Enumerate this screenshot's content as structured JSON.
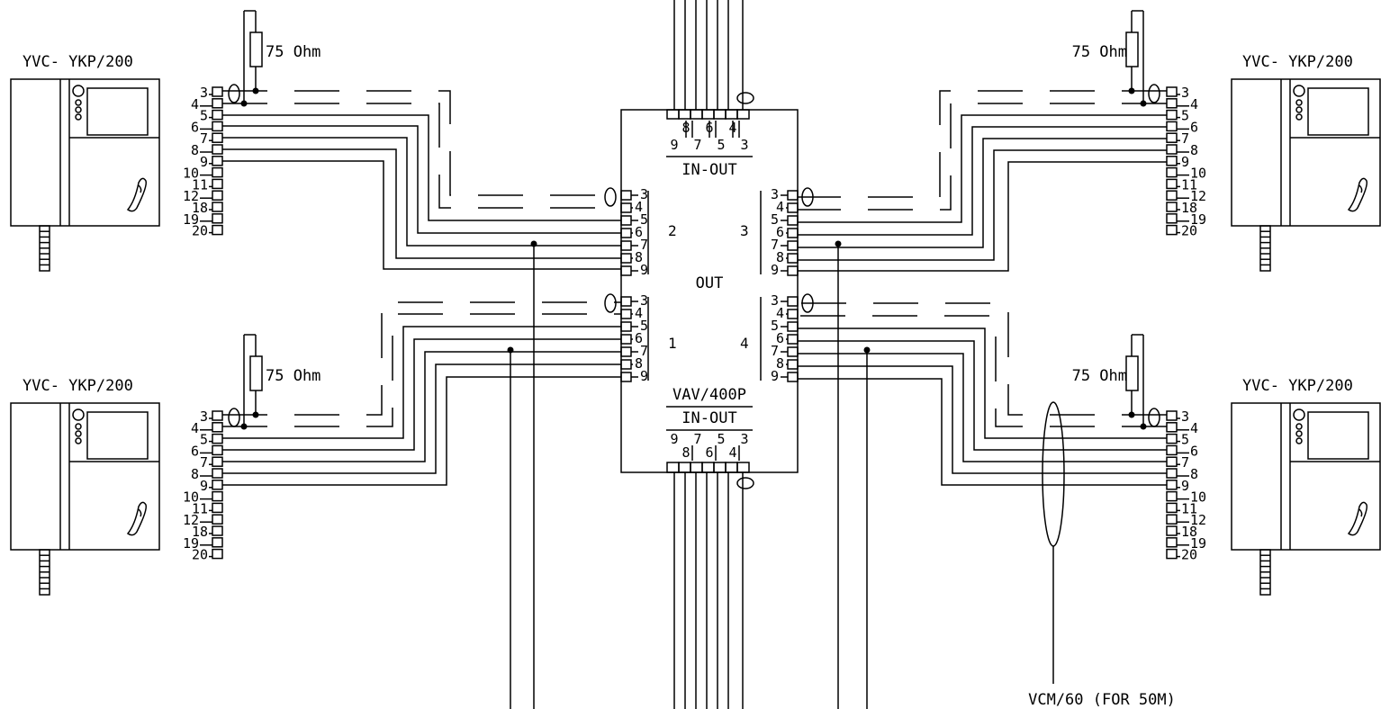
{
  "monitor_label": "YVC- YKP/200",
  "resistor_label": "75 Ohm",
  "distributor": {
    "name": "VAV/400P",
    "out_label": "OUT",
    "in_out_label": "IN-OUT",
    "ports": [
      "1",
      "2",
      "3",
      "4"
    ]
  },
  "cable_note": "VCM/60 (FOR 50M)",
  "monitor_terminals": [
    "3",
    "4",
    "5",
    "6",
    "7",
    "8",
    "9",
    "10",
    "11",
    "12",
    "18",
    "19",
    "20"
  ],
  "port_terminals": [
    "3",
    "4",
    "5",
    "6",
    "7",
    "8",
    "9"
  ],
  "in_out_terminals_top": [
    "8",
    "6",
    "4",
    "9",
    "7",
    "5",
    "3"
  ],
  "in_out_terminals_bottom": [
    "9",
    "7",
    "5",
    "3",
    "8",
    "6",
    "4"
  ]
}
